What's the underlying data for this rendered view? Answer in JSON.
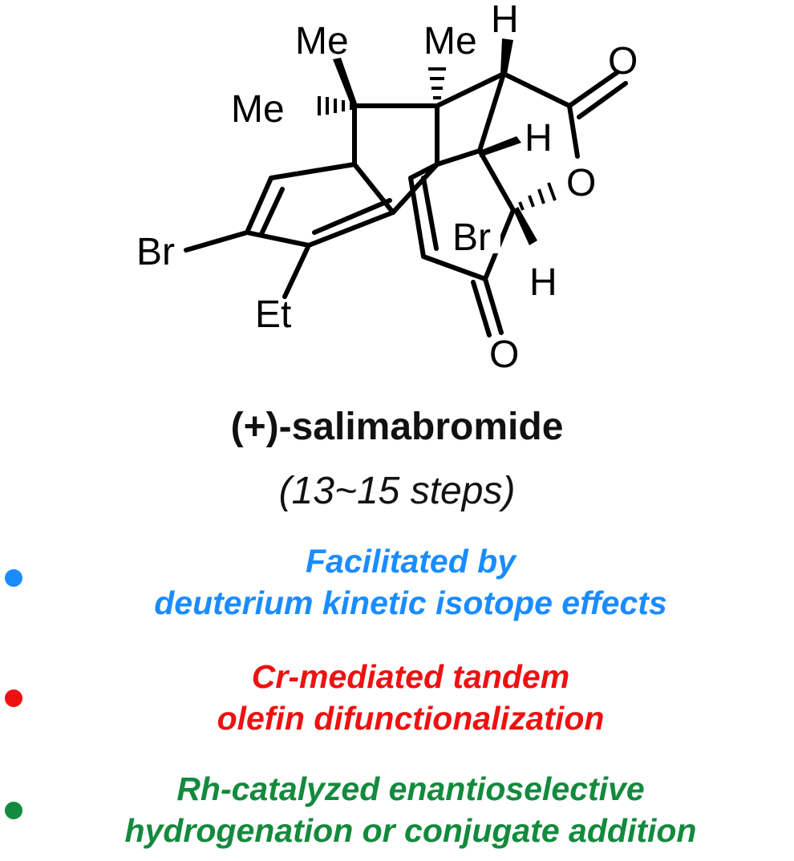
{
  "structure": {
    "atom_labels": {
      "me_top": "Me",
      "me_left": "Me",
      "me_quaternary": "Me",
      "h_top": "H",
      "h_mid": "H",
      "h_bottom": "H",
      "carbonyl_o_top": "O",
      "ring_o": "O",
      "carbonyl_o_bottom": "O",
      "br_left": "Br",
      "br_right": "Br",
      "et": "Et"
    }
  },
  "compound": {
    "name": "(+)-salimabromide",
    "steps": "(13~15 steps)"
  },
  "features": [
    {
      "line1": "Facilitated by",
      "line2": "deuterium kinetic isotope effects",
      "color": "#1a8cff"
    },
    {
      "line1": "Cr-mediated tandem",
      "line2": "olefin difunctionalization",
      "color": "#ee1111"
    },
    {
      "line1": "Rh-catalyzed enantioselective",
      "line2": "hydrogenation or conjugate addition",
      "color": "#138a3d"
    }
  ]
}
